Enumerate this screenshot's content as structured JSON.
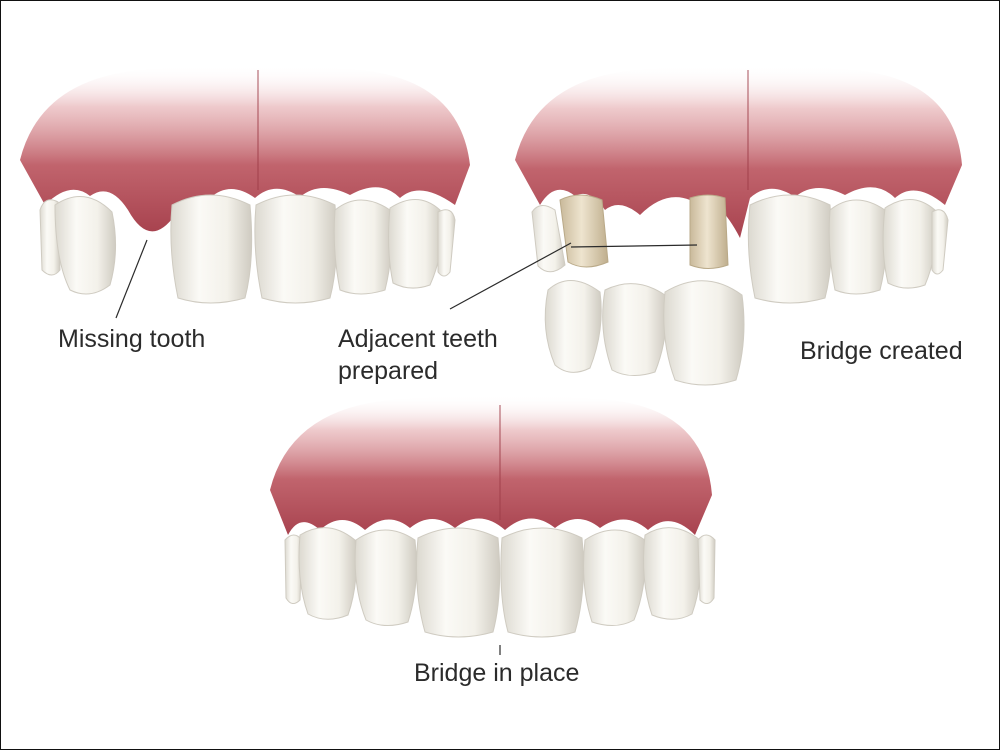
{
  "labels": {
    "missing_tooth": "Missing tooth",
    "adjacent_line1": "Adjacent teeth",
    "adjacent_line2": "prepared",
    "bridge_created": "Bridge created",
    "bridge_in_place": "Bridge in place"
  },
  "colors": {
    "gum": "#b5525d",
    "gum_light": "#e7b3b6",
    "tooth": "#f6f4ee",
    "tooth_shade": "#dcd9d0",
    "prepared_tooth": "#dccfb4",
    "leader_line": "#2b2b2b"
  }
}
